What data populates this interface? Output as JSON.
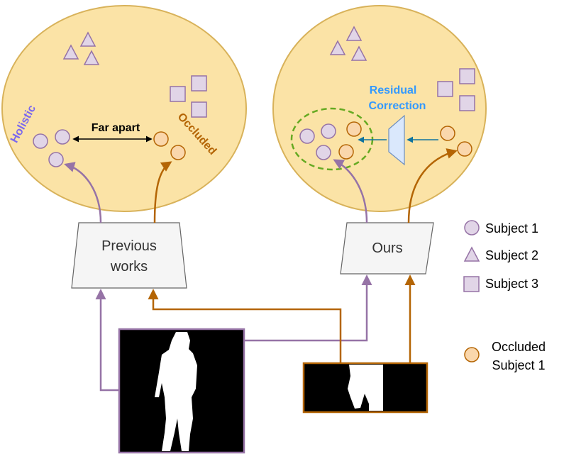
{
  "colors": {
    "cluster_fill": "#FBE3A6",
    "cluster_stroke": "#D8B25A",
    "subject_fill": "#E1D5E7",
    "subject_stroke": "#9673A6",
    "occluded_fill": "#FAD7AC",
    "occluded_stroke": "#B46504",
    "holistic_text": "#7B68EE",
    "occluded_text": "#B46504",
    "residual_text": "#3399FF",
    "residual_arrow": "#10739E",
    "dashed_circle": "#66AA22",
    "box_fill": "#F5F5F5",
    "box_stroke": "#666666"
  },
  "left_cluster": {
    "holistic_label": "Holistic",
    "occluded_label": "Occluded",
    "far_apart_label": "Far apart"
  },
  "right_cluster": {
    "residual_label_line1": "Residual",
    "residual_label_line2": "Correction"
  },
  "models": {
    "previous_line1": "Previous",
    "previous_line2": "works",
    "ours": "Ours"
  },
  "legend": {
    "subject1": "Subject 1",
    "subject2": "Subject 2",
    "subject3": "Subject 3",
    "occluded_line1": "Occluded",
    "occluded_line2": "Subject 1"
  },
  "icons": {
    "subject1": "circle-icon",
    "subject2": "triangle-icon",
    "subject3": "square-icon",
    "occluded": "occluded-circle-icon"
  }
}
